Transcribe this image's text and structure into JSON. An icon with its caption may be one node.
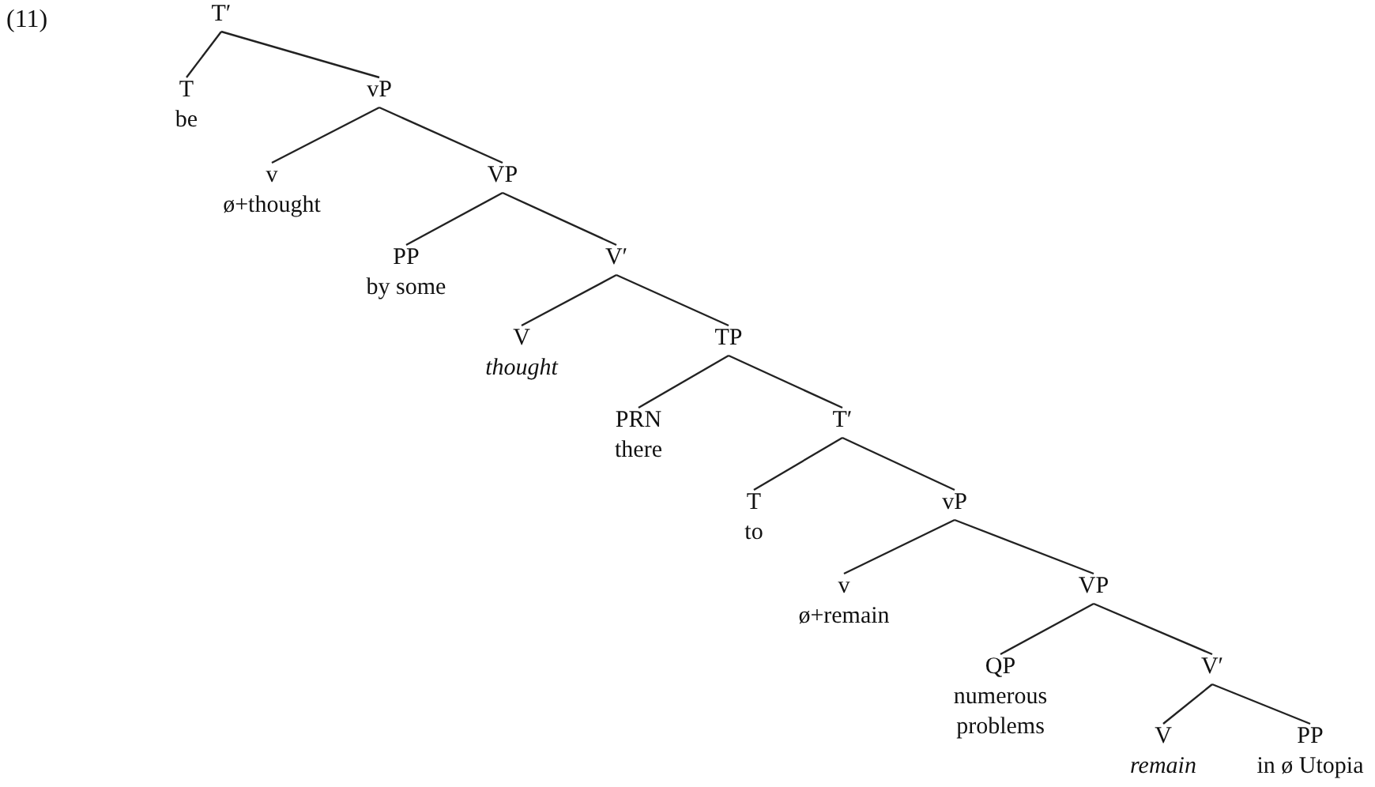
{
  "diagram": {
    "nodes": [
      {
        "text": [
          "T′"
        ]
      },
      {
        "text": [
          "T",
          "be"
        ]
      },
      {
        "text": [
          "vP"
        ]
      },
      {
        "text": [
          "v",
          "ø+thought"
        ]
      },
      {
        "text": [
          "VP"
        ]
      },
      {
        "text": [
          "PP",
          "by some"
        ]
      },
      {
        "text": [
          "V′"
        ]
      },
      {
        "text": [
          "V",
          "*thought*"
        ]
      },
      {
        "text": [
          "TP"
        ]
      },
      {
        "text": [
          "PRN",
          "there"
        ]
      },
      {
        "text": [
          "T′"
        ]
      },
      {
        "text": [
          "T",
          "to"
        ]
      },
      {
        "text": [
          "vP"
        ]
      },
      {
        "text": [
          "v",
          "ø+remain"
        ]
      },
      {
        "text": [
          "VP"
        ]
      },
      {
        "text": [
          "QP",
          "numerous problems"
        ]
      },
      {
        "text": [
          "V′"
        ]
      },
      {
        "text": [
          "V",
          "*remain*"
        ]
      },
      {
        "text": [
          "PP",
          "in ø Utopia"
        ]
      }
    ],
    "edges": [
      {
        "from": 0,
        "to": 1,
        "arrow": "none"
      },
      {
        "from": 0,
        "to": 2,
        "arrow": "none"
      },
      {
        "from": 2,
        "to": 3,
        "arrow": "none"
      },
      {
        "from": 2,
        "to": 4,
        "arrow": "none"
      },
      {
        "from": 4,
        "to": 5,
        "arrow": "none"
      },
      {
        "from": 4,
        "to": 6,
        "arrow": "none"
      },
      {
        "from": 6,
        "to": 7,
        "arrow": "none"
      },
      {
        "from": 6,
        "to": 8,
        "arrow": "none"
      },
      {
        "from": 8,
        "to": 9,
        "arrow": "none"
      },
      {
        "from": 8,
        "to": 10,
        "arrow": "none"
      },
      {
        "from": 10,
        "to": 11,
        "arrow": "none"
      },
      {
        "from": 10,
        "to": 12,
        "arrow": "none"
      },
      {
        "from": 12,
        "to": 13,
        "arrow": "none"
      },
      {
        "from": 12,
        "to": 14,
        "arrow": "none"
      },
      {
        "from": 14,
        "to": 15,
        "arrow": "none"
      },
      {
        "from": 14,
        "to": 16,
        "arrow": "none"
      },
      {
        "from": 16,
        "to": 17,
        "arrow": "none"
      },
      {
        "from": 16,
        "to": 18,
        "arrow": "none"
      }
    ],
    "labels": [
      "(11)"
    ]
  }
}
